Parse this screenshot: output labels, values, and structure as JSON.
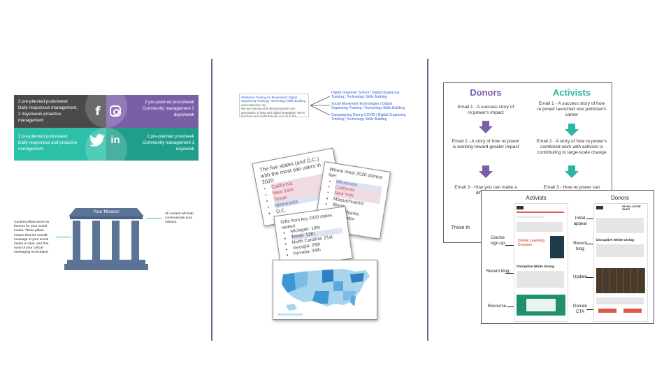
{
  "social": {
    "tl": [
      "2 pre-planned posts/week",
      "Daily responsive management,",
      "2 days/week proactive",
      "management"
    ],
    "tr": [
      "2 pre-planned posts/week",
      "Community management 2",
      "days/week"
    ],
    "bl": [
      "2 pre-planned posts/week",
      "Daily responsive and proactive",
      "management"
    ],
    "br": [
      "1 pre-planned post/week",
      "Community management 1",
      "day/week"
    ],
    "icons": {
      "facebook": "f",
      "linkedin": "in"
    },
    "colors": {
      "dark": "#4a4a4a",
      "purple": "#7a5ea6",
      "teal": "#2cc0a9",
      "darkteal": "#1f9f8a"
    }
  },
  "temple": {
    "roof_label": "Your Mission",
    "left_note": "Content pillars serve as themes for your social media. These pillars ensure that the overall message of your social media is clear, and that none of your critical messaging is excluded",
    "right_note": "All content will help communicate your mission."
  },
  "website": {
    "main_title": "Wellstone Training for Movement | Digital Organizing Training | Technology Skills Building",
    "main_url": "www.rstpower.org",
    "main_desc": "We are training and developing the next generation of data and digital strategists. We're teaching tech skills that are crucial to the success of a modern movement.",
    "links": [
      "Digital Organizer School | Digital Organizing Training | Technology Skills Building",
      "Social Movement Technologies | Digital Organizing Training | Technology Skills Building",
      "Campaigning During COVID | Digital Organizing Training | Technology Skills Building"
    ]
  },
  "states_card": {
    "title": "The five states (and D.C.) with the most site users in 2020:",
    "items": [
      "California",
      "New York",
      "Texas",
      "Minnesota",
      "D.C."
    ]
  },
  "donors_card": {
    "title": "Where most 2020 donors live:",
    "items": [
      "Minnesota",
      "California",
      "New York",
      "Massachusetts",
      "Illinois",
      "Pennsylvania",
      "Washington"
    ]
  },
  "gifts_card": {
    "title": "Gifts from key 2020 states ranked",
    "items": [
      "Michigan: 10th",
      "Texas: 13th",
      "North Carolina: 21st",
      "Georgia: 28th",
      "Nevada: 34th"
    ]
  },
  "email_panel": {
    "donors_title": "Donors",
    "activists_title": "Activists",
    "donors": [
      "Email 1 - A success story of re:power's impact",
      "Email 2 - A story of how re:power is working toward greater impact",
      "Email 3 - How you can make a difference"
    ],
    "activists": [
      "Email 1 - A success story of how re:power launched one politician's career",
      "Email 2 - A story of how re:power's combined work with activists is contributing to large-scale change",
      "Email 3 - How re:power can"
    ],
    "footer": "Those th",
    "colors": {
      "purple": "#7a5ea6",
      "teal": "#2cb5a0"
    }
  },
  "newsletter": {
    "activists_title": "Activists",
    "donors_title": "Donors",
    "left_labels": [
      "Course sign-up",
      "Recent blog",
      "Resource"
    ],
    "right_labels": [
      "Initial appeal",
      "Recent blog",
      "Update",
      "Donate CTA"
    ],
    "online_course": "Online Learning Courses",
    "blog_heading": "Disruptive White Giving",
    "blog_heading_2": "Disruptive White Giving",
    "badge": "WE WILL NOT BE SILENT"
  }
}
